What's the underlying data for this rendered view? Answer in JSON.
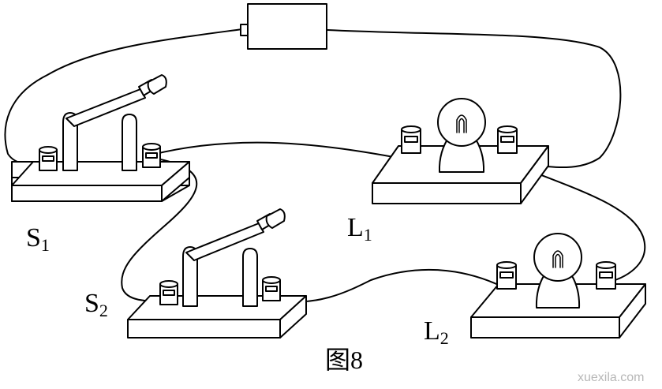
{
  "figure": {
    "caption": "图8"
  },
  "labels": {
    "s1": {
      "main": "S",
      "sub": "1"
    },
    "s2": {
      "main": "S",
      "sub": "2"
    },
    "l1": {
      "main": "L",
      "sub": "1"
    },
    "l2": {
      "main": "L",
      "sub": "2"
    }
  },
  "watermark": "xuexila.com",
  "colors": {
    "stroke": "#000000",
    "fill": "#ffffff",
    "watermark": "#b7b7b7"
  }
}
